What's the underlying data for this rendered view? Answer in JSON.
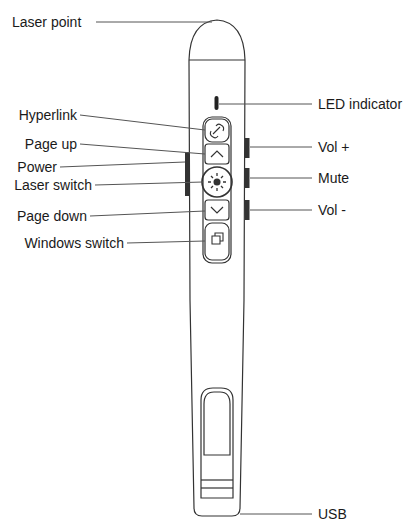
{
  "diagram": {
    "labels": [
      "Laser point",
      "LED indicator",
      "Hyperlink",
      "Page up",
      "Power",
      "Laser switch",
      "Page down",
      "Windows switch",
      "Vol +",
      "Mute",
      "Vol -",
      "USB"
    ]
  }
}
